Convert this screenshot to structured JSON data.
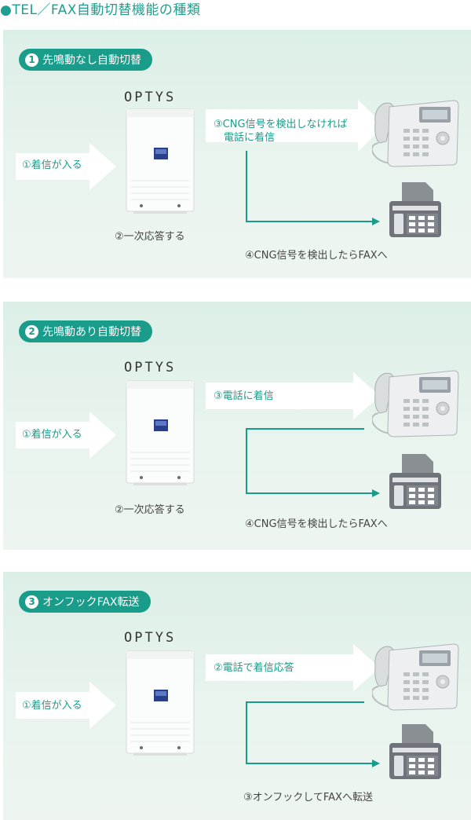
{
  "page": {
    "title": "●TEL／FAX自動切替機能の種類"
  },
  "brand": "OPTYS",
  "colors": {
    "accent": "#1a9c8b",
    "panel_bg": "#dcefe6",
    "arrow_fill": "#ffffff",
    "text": "#444444"
  },
  "icons": {
    "device": "optys-unit",
    "phone": "desk-phone",
    "fax": "fax-machine"
  },
  "panels": [
    {
      "number": "1",
      "title": "先鳴動なし自動切替",
      "incoming": "①着信が入る",
      "answer": "②一次応答する",
      "to_phone": "③CNG信号を検出しなければ\n　電話に着信",
      "to_fax": "④CNG信号を検出したらFAXへ"
    },
    {
      "number": "2",
      "title": "先鳴動あり自動切替",
      "incoming": "①着信が入る",
      "answer": "②一次応答する",
      "to_phone": "③電話に着信",
      "to_fax": "④CNG信号を検出したらFAXへ"
    },
    {
      "number": "3",
      "title": "オンフックFAX転送",
      "incoming": "①着信が入る",
      "to_phone": "②電話で着信応答",
      "to_fax": "③オンフックしてFAXへ転送"
    }
  ]
}
